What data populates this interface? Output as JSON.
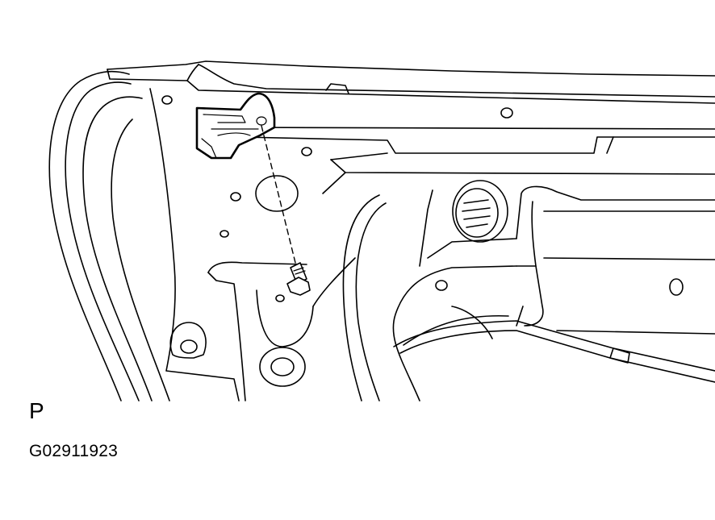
{
  "view_label": "P",
  "figure_code": "G02911923",
  "parts": [
    {
      "name": "door-inner-panel",
      "icon": "panel-outline"
    },
    {
      "name": "lock-bracket",
      "icon": "bracket"
    },
    {
      "name": "mounting-bolt",
      "icon": "bolt"
    },
    {
      "name": "wire-harness",
      "icon": "cable"
    },
    {
      "name": "weatherstrip",
      "icon": "seal-strip"
    }
  ]
}
